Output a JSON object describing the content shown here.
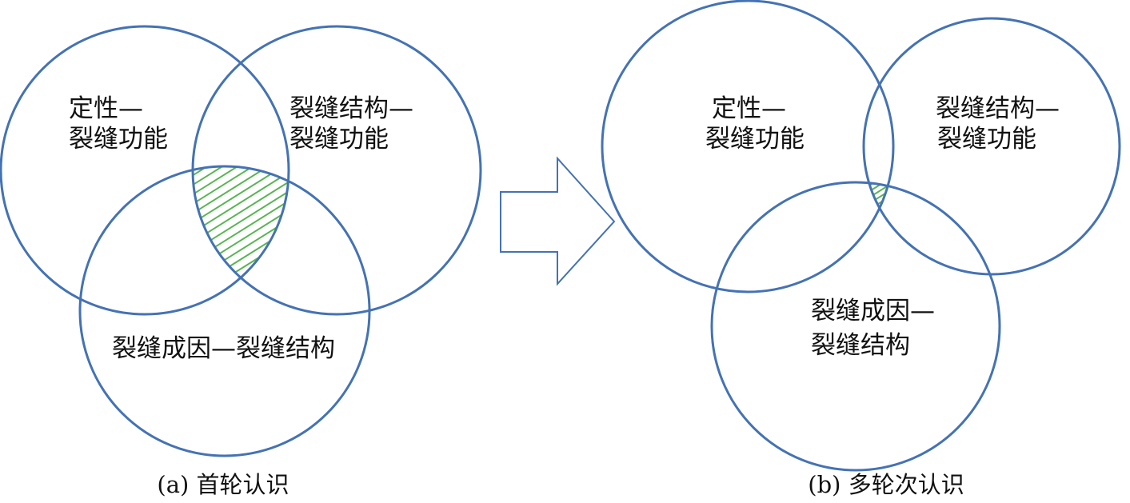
{
  "colors": {
    "circle_stroke": "#4472b4",
    "hatch": "#58b552",
    "text": "#111111",
    "background": "#ffffff"
  },
  "panel_a": {
    "caption": "(a) 首轮认识",
    "circle_qualitative": {
      "line1": "定性—",
      "line2": "裂缝功能"
    },
    "circle_structure": {
      "line1": "裂缝结构—",
      "line2": "裂缝功能"
    },
    "circle_cause": {
      "line1": "裂缝成因—裂缝结构"
    }
  },
  "panel_b": {
    "caption": "(b) 多轮次认识",
    "circle_qualitative": {
      "line1": "定性—",
      "line2": "裂缝功能"
    },
    "circle_structure": {
      "line1": "裂缝结构—",
      "line2": "裂缝功能"
    },
    "circle_cause": {
      "line1": "裂缝成因—",
      "line2": "裂缝结构"
    }
  },
  "arrow": {
    "icon": "right-arrow-icon"
  }
}
